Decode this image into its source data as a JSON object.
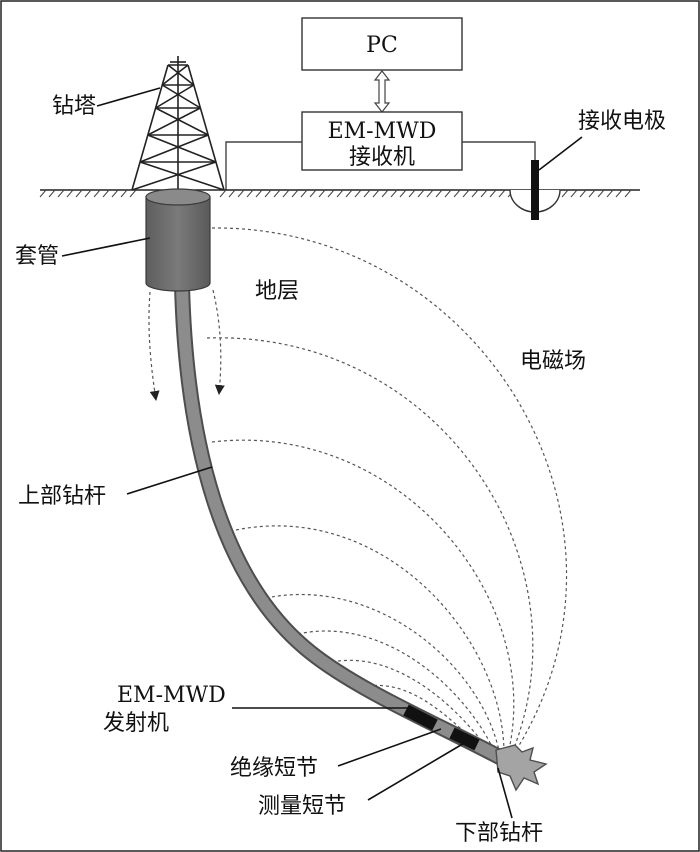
{
  "labels": {
    "pc": "PC",
    "receiver_line1": "EM-MWD",
    "receiver_line2": "接收机",
    "derrick": "钻塔",
    "receiving_electrode": "接收电极",
    "casing": "套管",
    "formation": "地层",
    "em_field": "电磁场",
    "upper_drill_pipe": "上部钻杆",
    "transmitter_line1": "EM-MWD",
    "transmitter_line2": "发射机",
    "insulation_sub": "绝缘短节",
    "measurement_sub": "测量短节",
    "lower_drill_pipe": "下部钻杆"
  }
}
